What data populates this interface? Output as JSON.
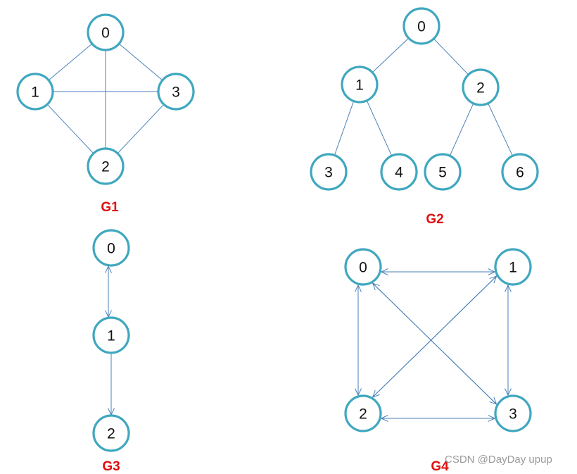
{
  "colors": {
    "node_stroke": "#3fa7bf",
    "edge": "#4a7fb8",
    "label": "#e01010",
    "watermark": "#9a9a9a"
  },
  "graphs": [
    {
      "id": "g1",
      "label": "G1",
      "directed": false,
      "nodes": [
        "0",
        "1",
        "2",
        "3"
      ],
      "edges": [
        [
          "0",
          "1"
        ],
        [
          "0",
          "3"
        ],
        [
          "0",
          "2"
        ],
        [
          "1",
          "3"
        ],
        [
          "1",
          "2"
        ],
        [
          "2",
          "3"
        ]
      ]
    },
    {
      "id": "g2",
      "label": "G2",
      "directed": false,
      "nodes": [
        "0",
        "1",
        "2",
        "3",
        "4",
        "5",
        "6"
      ],
      "edges": [
        [
          "0",
          "1"
        ],
        [
          "0",
          "2"
        ],
        [
          "1",
          "3"
        ],
        [
          "1",
          "4"
        ],
        [
          "2",
          "5"
        ],
        [
          "2",
          "6"
        ]
      ]
    },
    {
      "id": "g3",
      "label": "G3",
      "directed": true,
      "nodes": [
        "0",
        "1",
        "2"
      ],
      "edges": [
        [
          "0",
          "1"
        ],
        [
          "1",
          "0"
        ],
        [
          "1",
          "2"
        ]
      ]
    },
    {
      "id": "g4",
      "label": "G4",
      "directed": true,
      "nodes": [
        "0",
        "1",
        "2",
        "3"
      ],
      "edges": [
        [
          "0",
          "1"
        ],
        [
          "1",
          "0"
        ],
        [
          "0",
          "2"
        ],
        [
          "2",
          "0"
        ],
        [
          "0",
          "3"
        ],
        [
          "3",
          "0"
        ],
        [
          "1",
          "2"
        ],
        [
          "2",
          "1"
        ],
        [
          "1",
          "3"
        ],
        [
          "3",
          "1"
        ],
        [
          "2",
          "3"
        ],
        [
          "3",
          "2"
        ]
      ]
    }
  ],
  "watermark": "CSDN @DayDay  upup"
}
